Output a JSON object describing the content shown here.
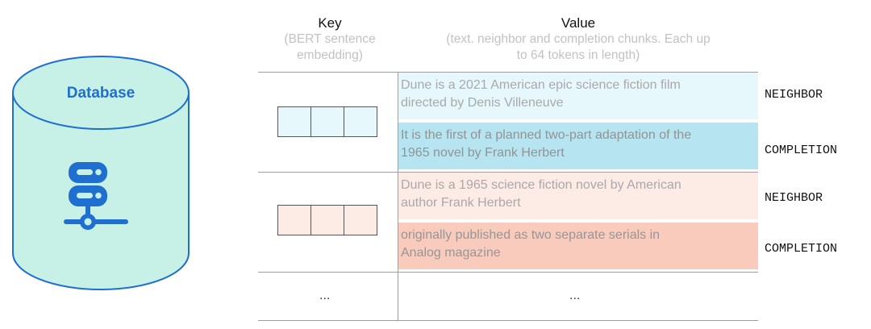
{
  "database": {
    "label": "Database",
    "icon": "server-network-icon"
  },
  "headers": {
    "key": {
      "title": "Key",
      "subtitle_lines": [
        "(BERT sentence",
        "embedding)"
      ]
    },
    "value": {
      "title": "Value",
      "subtitle_lines": [
        "(text. neighbor and completion chunks. Each up",
        "to 64 tokens in length)"
      ]
    }
  },
  "rows": [
    {
      "key_color": "#e6f8fc",
      "neighbor": {
        "text_lines": [
          "Dune is a 2021 American epic science fiction film",
          "directed by Denis Villeneuve"
        ],
        "tag": "NEIGHBOR"
      },
      "completion": {
        "text_lines": [
          "It is the first of a planned two-part adaptation of the",
          "1965 novel by Frank Herbert"
        ],
        "tag": "COMPLETION"
      }
    },
    {
      "key_color": "#fdebe6",
      "neighbor": {
        "text_lines": [
          "Dune is a 1965 science fiction novel by American",
          "author Frank Herbert"
        ],
        "tag": "NEIGHBOR"
      },
      "completion": {
        "text_lines": [
          "originally published as two separate serials in",
          "Analog magazine"
        ],
        "tag": "COMPLETION"
      }
    }
  ],
  "ellipsis": {
    "key": "...",
    "value": "..."
  },
  "colors": {
    "db_fill": "#c7f0e6",
    "db_stroke": "#1f6fd0",
    "neighbor_blue": "#e6f8fc",
    "completion_blue": "#b6e5f1",
    "neighbor_red": "#fdebe6",
    "completion_red": "#f8cbbd"
  }
}
